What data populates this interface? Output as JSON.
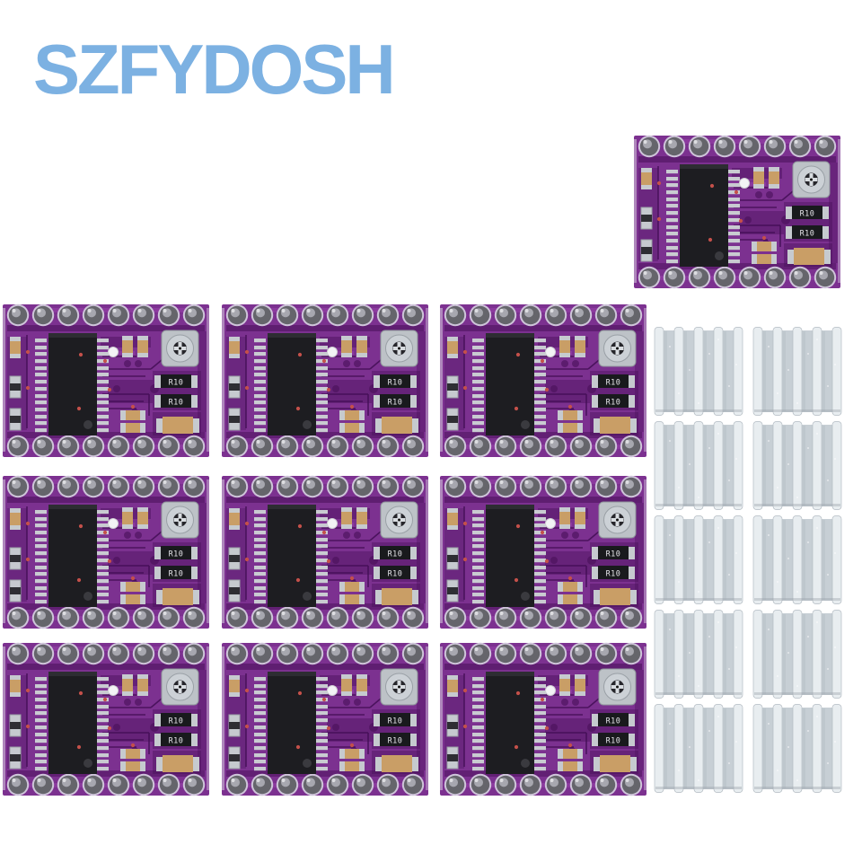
{
  "brand": {
    "logo_text": "SZFYDOSH",
    "logo_color": "#7cb1e2"
  },
  "scene": {
    "background_color": "#ffffff"
  },
  "products": {
    "driver_board": {
      "label": "stepper-driver-module",
      "count": 10,
      "arrangement": "1 at top right, 9 in 3x3 grid",
      "resistor_label": "R10",
      "pads_per_row": 8,
      "colors": {
        "pcb": "#7c3190",
        "pcb_dark_traces": "#470f58",
        "ic_body": "#1d1d21",
        "solder_pad": "#65656b",
        "silver_parts": "#c6cacf",
        "capacitor_tan": "#c99e66",
        "via_red": "#c4504a"
      }
    },
    "heatsink": {
      "label": "aluminum-heatsink",
      "count": 10,
      "arrangement": "2 columns x 5 rows",
      "fin_count": 5,
      "colors": {
        "body": "#c7cfd5",
        "fin_highlight": "#e8edf0"
      }
    }
  }
}
